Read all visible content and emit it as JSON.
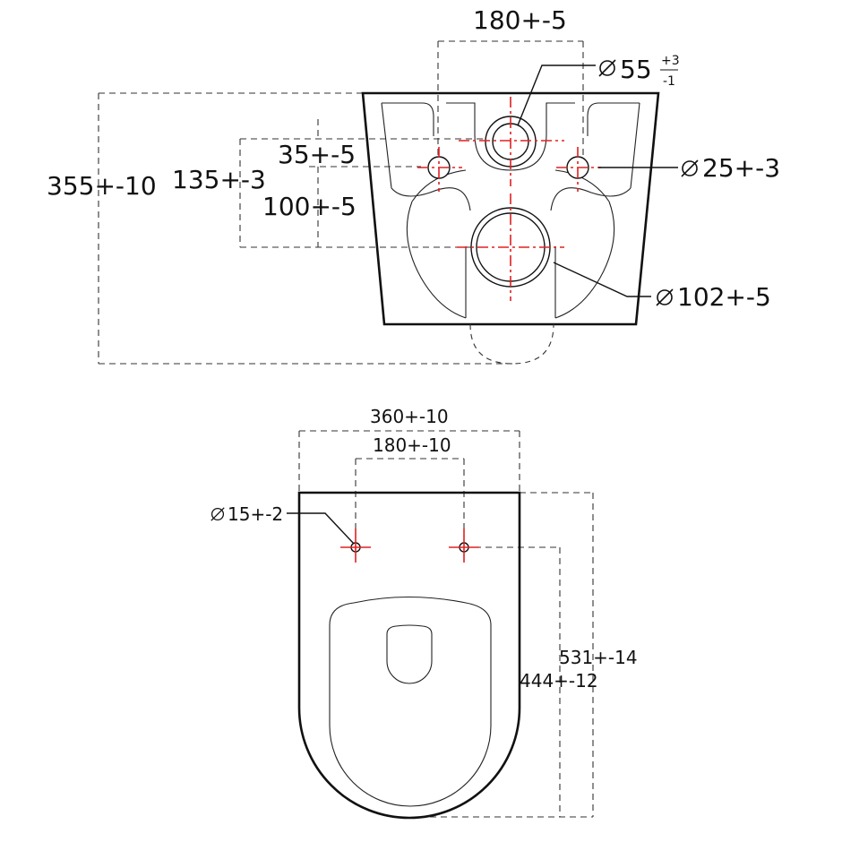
{
  "colors": {
    "centerline": "#e02020",
    "outline": "#111111",
    "dimension": "#333333"
  },
  "top_view": {
    "dim_width_180": "180+-5",
    "dim_diam_55": "55",
    "dim_diam_55_tol_plus": "+3",
    "dim_diam_55_tol_minus": "-1",
    "dim_height_355": "355+-10",
    "dim_135": "135+-3",
    "dim_35": "35+-5",
    "dim_100": "100+-5",
    "dim_diam_25": "25+-3",
    "dim_diam_102": "102+-5"
  },
  "bottom_view": {
    "dim_width_360": "360+-10",
    "dim_width_180": "180+-10",
    "dim_diam_15": "15+-2",
    "dim_531": "531+-14",
    "dim_444": "444+-12"
  },
  "icons": {
    "diameter": "diameter-symbol"
  }
}
